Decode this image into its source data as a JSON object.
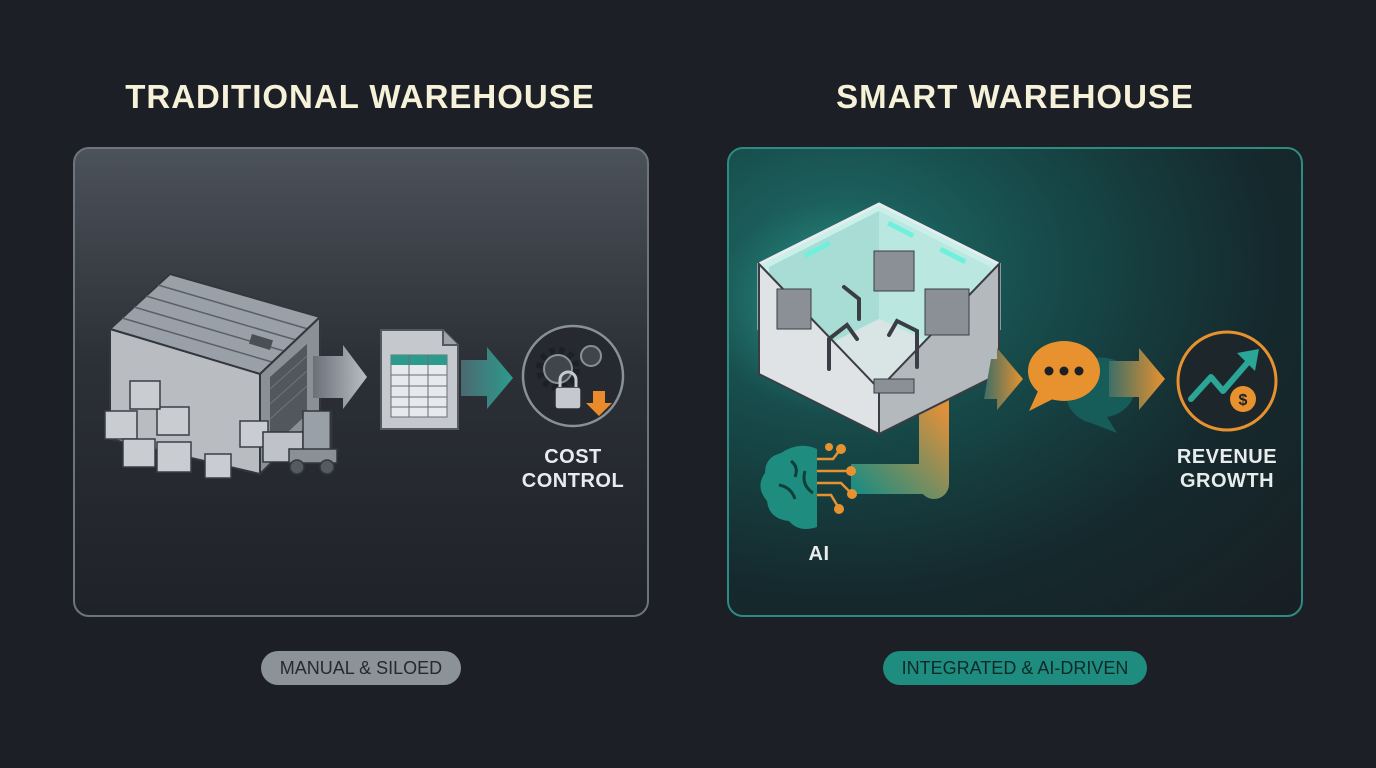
{
  "left": {
    "title": "TRADITIONAL WAREHOUSE",
    "result_line1": "COST",
    "result_line2": "CONTROL",
    "tag": "MANUAL & SILOED",
    "icons": [
      "warehouse-icon",
      "spreadsheet-icon",
      "gears-lock-icon"
    ],
    "accent": "#e98a2b"
  },
  "right": {
    "title": "SMART WAREHOUSE",
    "ai_label": "AI",
    "result_line1": "REVENUE",
    "result_line2": "GROWTH",
    "tag": "INTEGRATED & AI-DRIVEN",
    "icons": [
      "robotic-warehouse-icon",
      "brain-circuit-icon",
      "chat-bubbles-icon",
      "growth-chart-icon"
    ],
    "accent": "#2aa596"
  }
}
